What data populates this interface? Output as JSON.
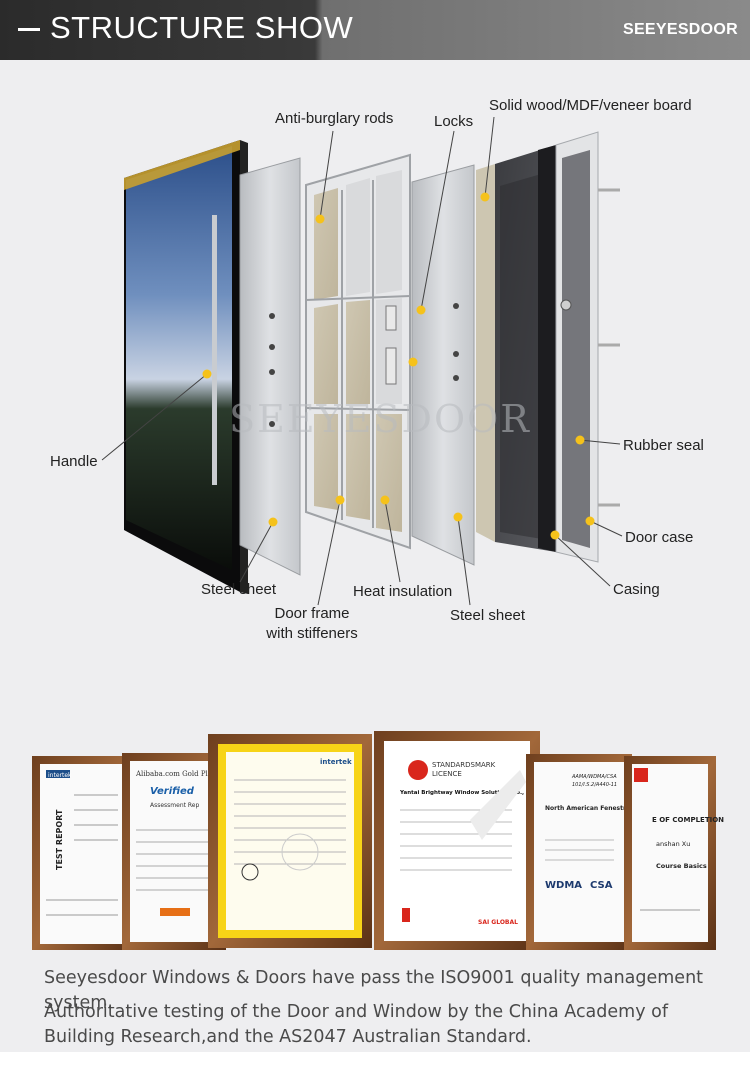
{
  "header": {
    "title": "STRUCTURE SHOW",
    "brand": "SEEYESDOOR",
    "bg_dark": "#2b2b2b",
    "bg_light": "#8a8a8a"
  },
  "diagram": {
    "watermark": "SEEYESDOOR",
    "labels": {
      "anti_burglary_rods": "Anti-burglary rods",
      "locks": "Locks",
      "solid_wood": "Solid wood/MDF/veneer board",
      "handle": "Handle",
      "rubber_seal": "Rubber seal",
      "door_case": "Door case",
      "casing": "Casing",
      "steel_sheet_left": "Steel sheet",
      "door_frame_line1": "Door frame",
      "door_frame_line2": "with stiffeners",
      "heat_insulation": "Heat insulation",
      "steel_sheet_right": "Steel sheet"
    },
    "marker_color": "#f5c21b"
  },
  "certificates": [
    {
      "name": "intertek-test-report",
      "logo": "intertek",
      "side_text": "TEST REPORT"
    },
    {
      "name": "alibaba-gold-verified",
      "logo": "Alibaba.com Gold Pl",
      "badge": "Verified",
      "subtitle": "Assessment Rep"
    },
    {
      "name": "intertek-certificate",
      "logo": "intertek"
    },
    {
      "name": "standardsmark-licence",
      "logo_line1": "STANDARDSMARK",
      "logo_line2": "LICENCE",
      "company": "Yantai Brightway Window Solutions Co., Ltd.",
      "footer": "SAI GLOBAL"
    },
    {
      "name": "aama-wdma-csa",
      "code": "AAMA/WDMA/CSA 101/I.S.2/A440-11",
      "heading": "North American Fenestration Standard",
      "logos": [
        "WDMA",
        "CSA"
      ]
    },
    {
      "name": "certificate-of-completion",
      "heading": "E OF COMPLETION",
      "person": "anshan Xu",
      "course": "Course Basics"
    }
  ],
  "captions": {
    "line1": "Seeyesdoor Windows & Doors have pass the ISO9001 quality management system.",
    "line2": "Authoritative testing of the Door and Window by the China Academy of Building Research,and the AS2047 Australian Standard."
  }
}
